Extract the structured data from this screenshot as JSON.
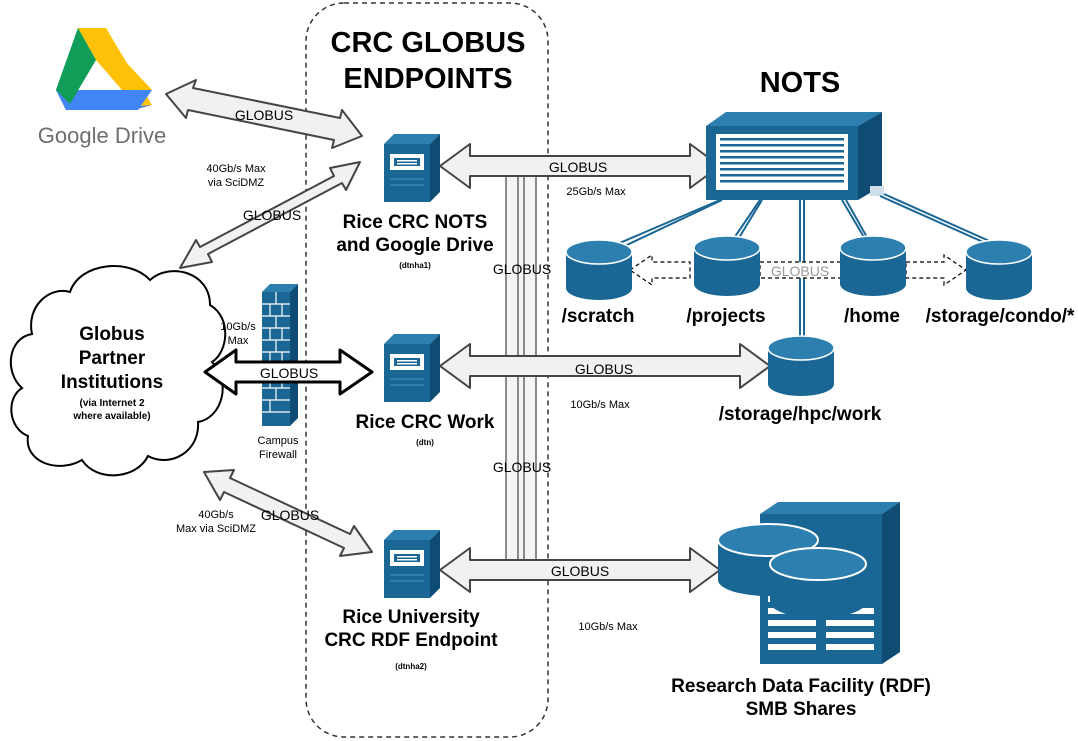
{
  "title_lines": [
    "CRC GLOBUS",
    "ENDPOINTS"
  ],
  "nots_title": "NOTS",
  "google_drive_label": "Google Drive",
  "partner_lines": [
    "Globus",
    "Partner",
    "Institutions"
  ],
  "partner_sub_lines": [
    "(via Internet 2",
    "where available)"
  ],
  "firewall_lines": [
    "Campus",
    "Firewall"
  ],
  "endpoints": [
    {
      "name_lines": [
        "Rice CRC NOTS",
        "and Google Drive"
      ],
      "host": "(dtnha1)"
    },
    {
      "name_lines": [
        "Rice CRC Work"
      ],
      "host": "(dtn)"
    },
    {
      "name_lines": [
        "Rice University",
        "CRC RDF Endpoint"
      ],
      "host": "(dtnha2)"
    }
  ],
  "globus": "GLOBUS",
  "speeds": {
    "gd": [
      "40Gb/s Max",
      "via SciDMZ"
    ],
    "partner": [
      "10Gb/s",
      "Max"
    ],
    "rdf_left": [
      "40Gb/s",
      "Max via SciDMZ"
    ],
    "nots": "25Gb/s Max",
    "work": "10Gb/s Max",
    "rdf": "10Gb/s Max"
  },
  "storages": [
    "/scratch",
    "/projects",
    "/home",
    "/storage/condo/*"
  ],
  "work_storage": "/storage/hpc/work",
  "rdf_lines": [
    "Research Data Facility (RDF)",
    "SMB Shares"
  ],
  "colors": {
    "accent_blue": "#1a6694",
    "arrow_fill": "#f1f1f1"
  }
}
